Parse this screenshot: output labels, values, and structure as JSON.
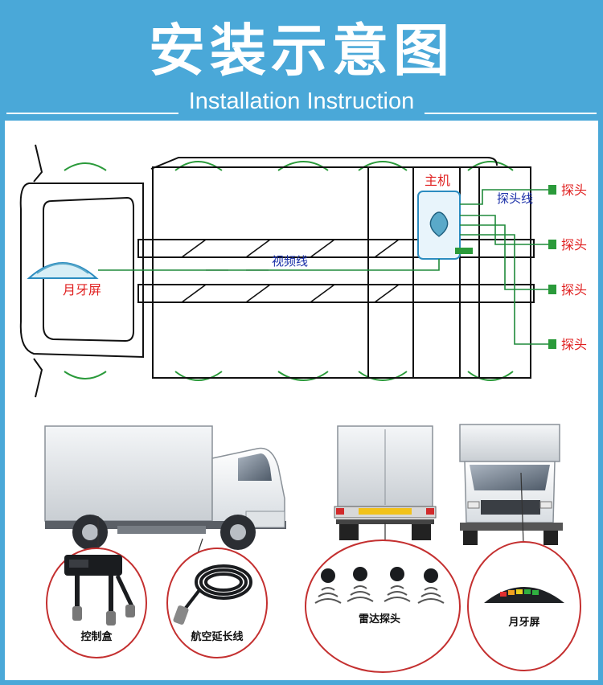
{
  "header": {
    "title_cn": "安装示意图",
    "title_en": "Installation Instruction"
  },
  "diagram": {
    "host_label": "主机",
    "probe_wire_label": "探头线",
    "video_wire_label": "视频线",
    "moon_screen_label": "月牙屏",
    "probe_labels": [
      "探头",
      "探头",
      "探头",
      "探头"
    ]
  },
  "components": {
    "control_box": "控制盒",
    "extension_cable": "航空延长线",
    "radar_probes": "雷达探头",
    "moon_screen": "月牙屏"
  },
  "colors": {
    "header_blue": "#4aa8d8",
    "wire_green": "#1f8a3a",
    "label_red": "#e02020",
    "label_blue": "#1a2fa8",
    "circle_red": "#c43030"
  }
}
